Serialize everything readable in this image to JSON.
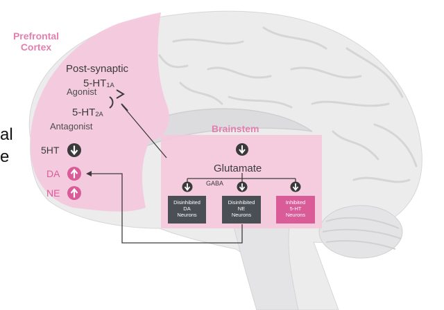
{
  "region_label": {
    "line1": "Prefrontal",
    "line2": "Cortex"
  },
  "postsynaptic": {
    "title": "Post-synaptic",
    "receptor1": {
      "name": "5-HT",
      "subscript": "1A",
      "role": "Agonist"
    },
    "receptor2": {
      "name": "5-HT",
      "subscript": "2A",
      "role": "Antagonist"
    }
  },
  "pfc_outputs": [
    {
      "label": "5HT",
      "direction": "down"
    },
    {
      "label": "DA",
      "direction": "up"
    },
    {
      "label": "NE",
      "direction": "up"
    }
  ],
  "brainstem": {
    "title": "Brainstem",
    "top_direction": "down",
    "glutamate": "Glutamate",
    "gaba": "GABA",
    "neurons": [
      {
        "lines": [
          "Disinhibited",
          "DA",
          "Neurons"
        ],
        "direction": "down"
      },
      {
        "lines": [
          "Disinhibited",
          "NE",
          "Neurons"
        ],
        "direction": "down"
      },
      {
        "lines": [
          "Inhibited",
          "5-HT",
          "Neurons"
        ],
        "direction": "down"
      }
    ]
  },
  "cropped_text": {
    "line1": "al",
    "line2": "e"
  },
  "colors": {
    "pink_region": "#f4c9dd",
    "pink_accent": "#d95c99",
    "dark_box": "#4a4f55",
    "brain_gray": "#e9e9ea"
  }
}
